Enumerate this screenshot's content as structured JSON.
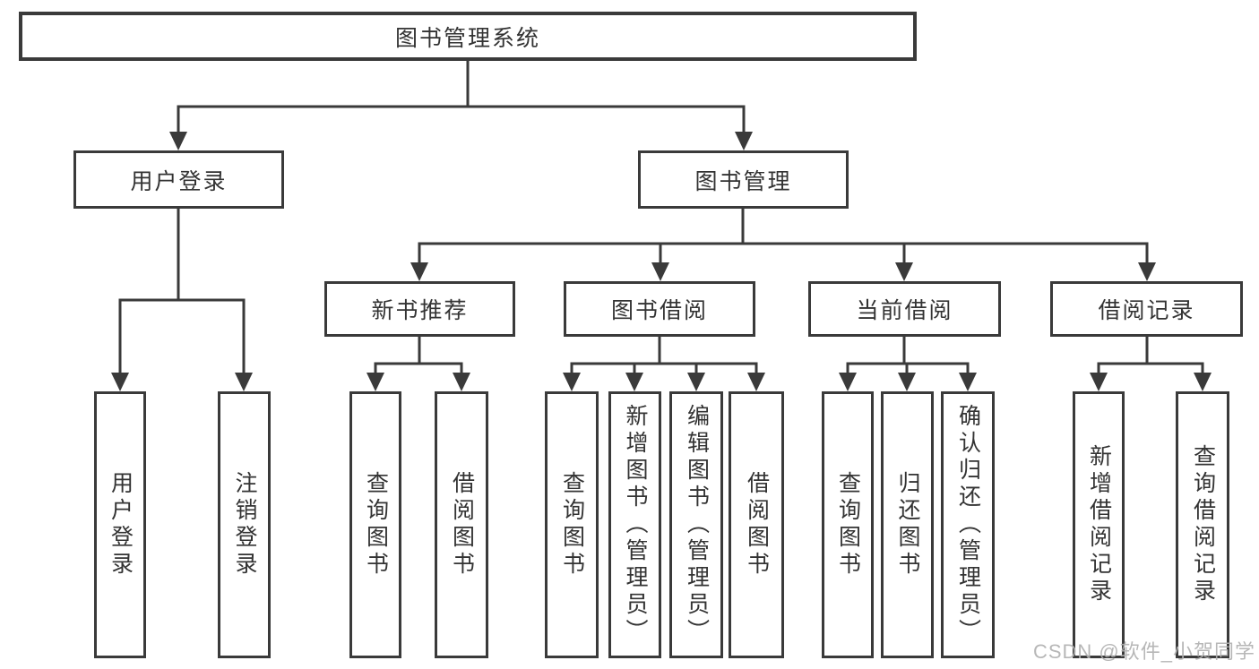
{
  "tree": {
    "label": "图书管理系统",
    "children": [
      {
        "label": "用户登录",
        "children": [
          {
            "label": "用户登录"
          },
          {
            "label": "注销登录"
          }
        ]
      },
      {
        "label": "图书管理",
        "children": [
          {
            "label": "新书推荐",
            "children": [
              {
                "label": "查询图书"
              },
              {
                "label": "借阅图书"
              }
            ]
          },
          {
            "label": "图书借阅",
            "children": [
              {
                "label": "查询图书"
              },
              {
                "label": "新增图书（管理员）"
              },
              {
                "label": "编辑图书（管理员）"
              },
              {
                "label": "借阅图书"
              }
            ]
          },
          {
            "label": "当前借阅",
            "children": [
              {
                "label": "查询图书"
              },
              {
                "label": "归还图书"
              },
              {
                "label": "确认归还（管理员）"
              }
            ]
          },
          {
            "label": "借阅记录",
            "children": [
              {
                "label": "新增借阅记录"
              },
              {
                "label": "查询借阅记录"
              }
            ]
          }
        ]
      }
    ]
  },
  "watermark": "CSDN @软件_小贺同学",
  "colors": {
    "line": "#3a3a3a",
    "text": "#333333",
    "watermark": "#b0b0b0",
    "background": "#ffffff"
  }
}
